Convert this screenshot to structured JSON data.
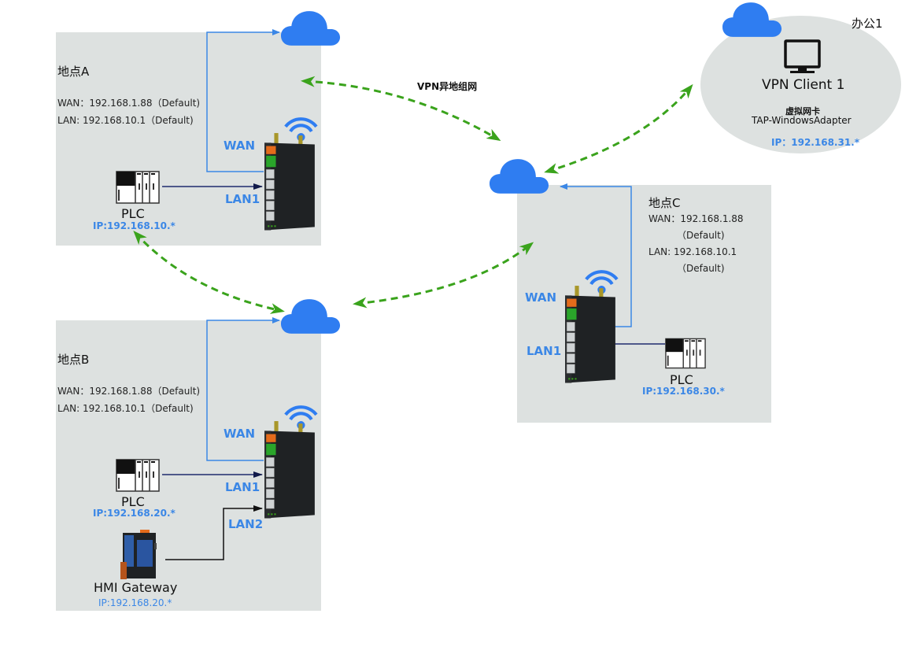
{
  "diagram": {
    "center_label": "VPN异地组网",
    "colors": {
      "site_bg": "#dde1e0",
      "cloud": "#2f7df1",
      "wan_line": "#3b87e6",
      "lan_line": "#1e2a6e",
      "vpn_tunnel": "#3aa31c",
      "accent_text": "#3b87e6"
    },
    "site_a": {
      "title": "地点A",
      "wan": "WAN：192.168.1.88（Default)",
      "lan": "LAN: 192.168.10.1（Default)",
      "port_wan": "WAN",
      "port_lan1": "LAN1",
      "plc_label": "PLC",
      "plc_ip": "IP:192.168.10.*"
    },
    "site_b": {
      "title": "地点B",
      "wan": "WAN：192.168.1.88（Default)",
      "lan": "LAN: 192.168.10.1（Default)",
      "port_wan": "WAN",
      "port_lan1": "LAN1",
      "port_lan2": "LAN2",
      "plc_label": "PLC",
      "plc_ip": "IP:192.168.20.*",
      "hmi_label": "HMI Gateway",
      "hmi_ip": "IP:192.168.20.*"
    },
    "site_c": {
      "title": "地点C",
      "wan": "WAN：192.168.1.88",
      "wan_note": "（Default)",
      "lan": "LAN: 192.168.10.1",
      "lan_note": "（Default)",
      "port_wan": "WAN",
      "port_lan1": "LAN1",
      "plc_label": "PLC",
      "plc_ip": "IP:192.168.30.*"
    },
    "office": {
      "title": "办公1",
      "client_name": "VPN Client 1",
      "adapter_label": "虚拟网卡",
      "adapter_name": "TAP-WindowsAdapter",
      "ip": "IP：192.168.31.*"
    },
    "icons": [
      "cloud-icon",
      "router-icon",
      "wifi-icon",
      "plc-icon",
      "hmi-gateway-icon",
      "monitor-icon"
    ]
  }
}
